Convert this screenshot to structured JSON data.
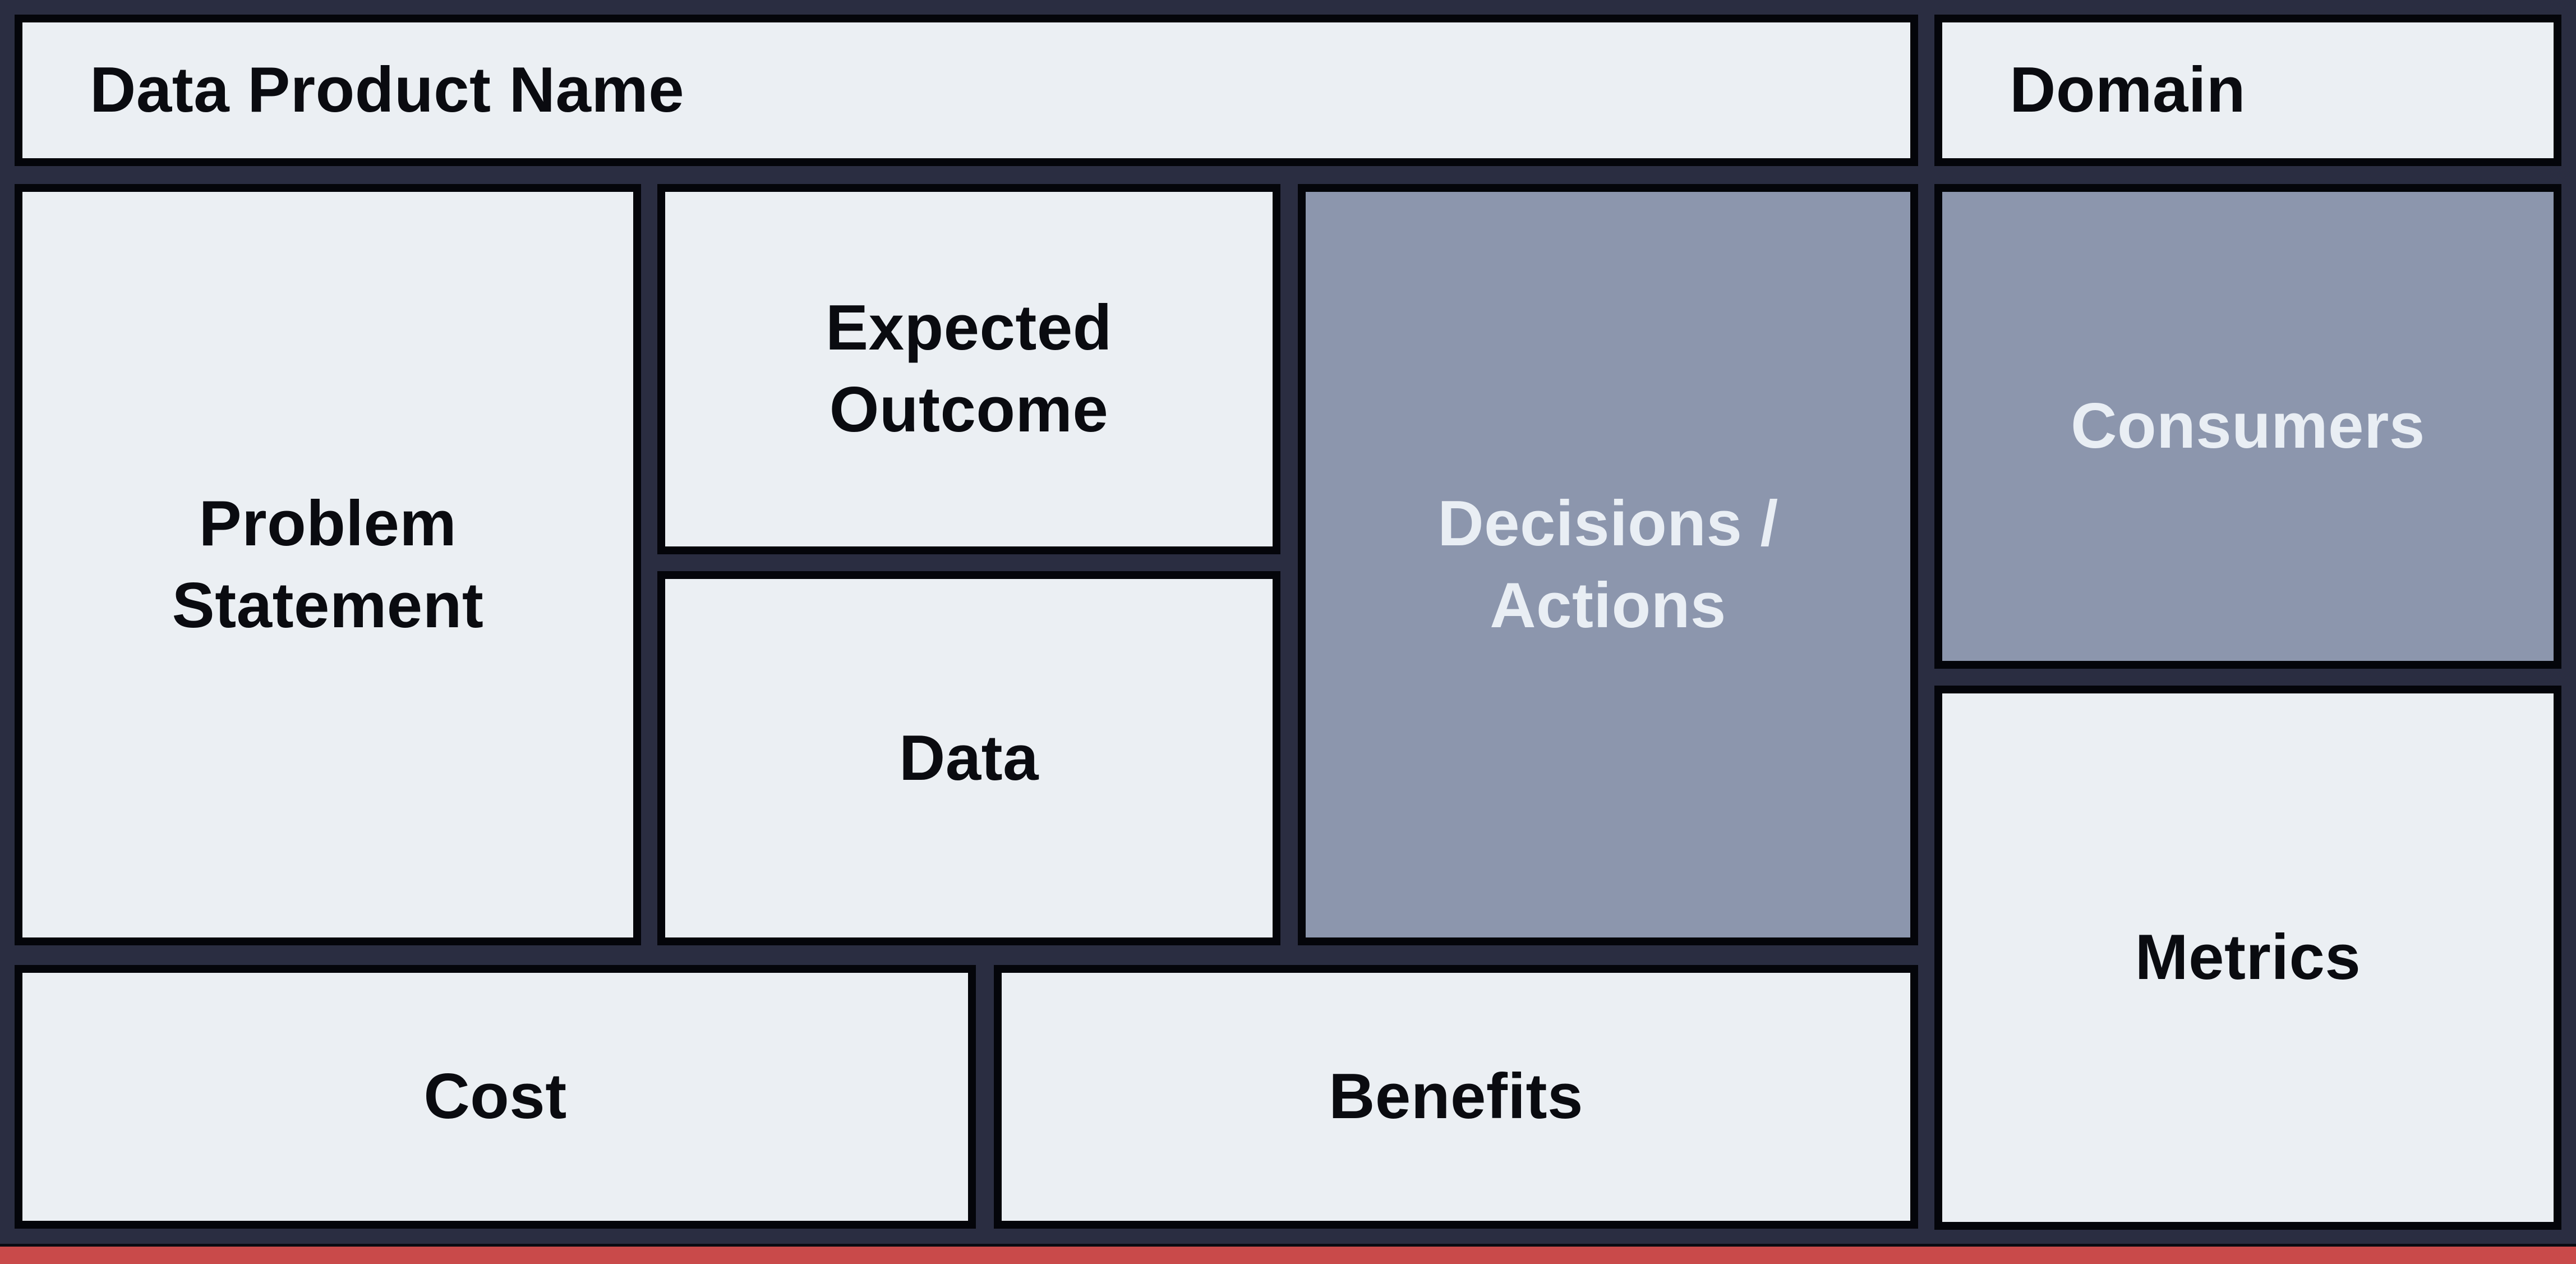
{
  "colors": {
    "bg": "#2a2d41",
    "panel": "#ebeff3",
    "accent": "#8c96ad",
    "ink": "#0a0b10",
    "accent_ink": "#e9eef4",
    "border": "#04050a",
    "footer": "#c94a4a"
  },
  "boxes": {
    "product_name": {
      "label": "Data Product Name"
    },
    "domain": {
      "label": "Domain"
    },
    "problem_statement": {
      "label": "Problem\nStatement"
    },
    "expected_outcome": {
      "label": "Expected\nOutcome"
    },
    "data": {
      "label": "Data"
    },
    "decisions_actions": {
      "label": "Decisions /\nActions"
    },
    "consumers": {
      "label": "Consumers"
    },
    "metrics": {
      "label": "Metrics"
    },
    "cost": {
      "label": "Cost"
    },
    "benefits": {
      "label": "Benefits"
    }
  }
}
